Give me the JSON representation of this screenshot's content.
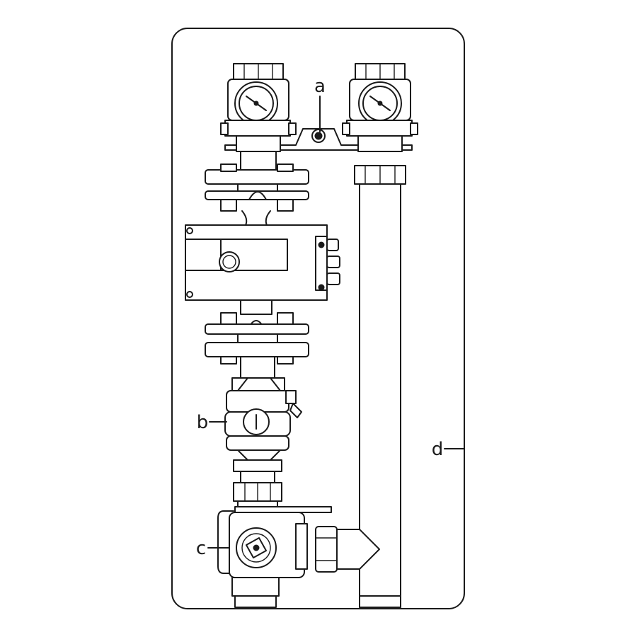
{
  "diagram": {
    "callouts": [
      {
        "id": "a",
        "label": "a"
      },
      {
        "id": "b",
        "label": "b"
      },
      {
        "id": "c",
        "label": "c"
      },
      {
        "id": "d",
        "label": "d"
      }
    ]
  }
}
